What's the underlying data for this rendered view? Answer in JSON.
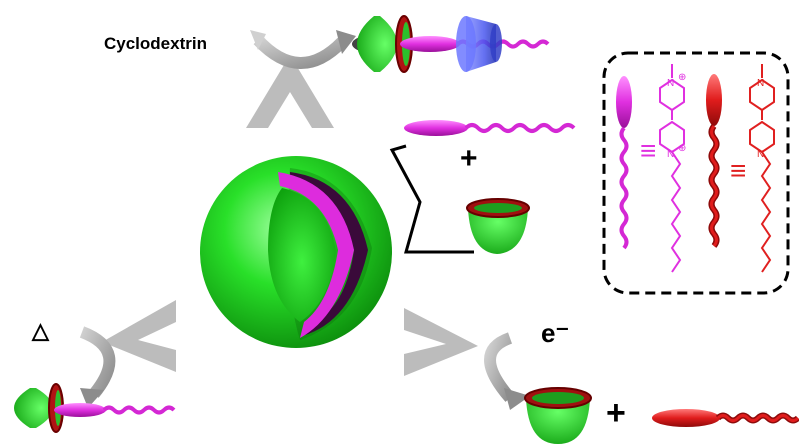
{
  "labels": {
    "cyclodextrin": "Cyclodextrin",
    "electron": "e⁻",
    "heat": "△",
    "plus_top": "+",
    "plus_bottom": "+"
  },
  "structures": {
    "viologen_magenta": {
      "methyl": "I",
      "n_top": "N",
      "charge_top": "⊕",
      "n_bottom": "N",
      "charge_bottom": "⊕"
    },
    "viologen_red": {
      "methyl": "I",
      "n_top": "N",
      "n_bottom": "N"
    },
    "equivalence": "≡"
  },
  "colors": {
    "green": "#22dd22",
    "magenta": "#e030e0",
    "red": "#e02020",
    "blue": "#4a58f0",
    "arrow_gray": "#b8b8b8",
    "dark_gray": "#808080"
  }
}
